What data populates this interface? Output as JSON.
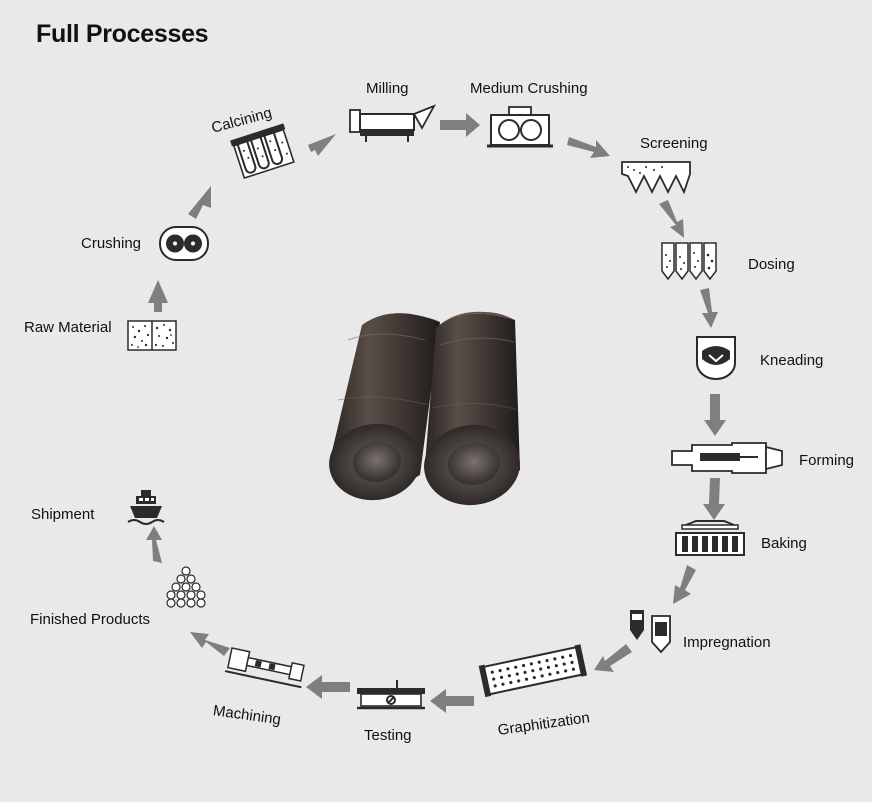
{
  "title": "Full Processes",
  "colors": {
    "background": "#e9e9e9",
    "arrow": "#7f7f7f",
    "ink": "#2b2b2b",
    "electrode": "#3a3431"
  },
  "steps": [
    {
      "label": "Raw Material",
      "icon": "raw-material-icon"
    },
    {
      "label": "Crushing",
      "icon": "crushing-rollers-icon"
    },
    {
      "label": "Calcining",
      "icon": "calcining-kiln-icon"
    },
    {
      "label": "Milling",
      "icon": "mill-icon"
    },
    {
      "label": "Medium Crushing",
      "icon": "medium-crusher-icon"
    },
    {
      "label": "Screening",
      "icon": "screen-icon"
    },
    {
      "label": "Dosing",
      "icon": "dosing-bins-icon"
    },
    {
      "label": "Kneading",
      "icon": "kneader-icon"
    },
    {
      "label": "Forming",
      "icon": "extruder-icon"
    },
    {
      "label": "Baking",
      "icon": "baking-furnace-icon"
    },
    {
      "label": "Impregnation",
      "icon": "impregnation-tank-icon"
    },
    {
      "label": "Graphitization",
      "icon": "graphitization-furnace-icon"
    },
    {
      "label": "Testing",
      "icon": "testing-bench-icon"
    },
    {
      "label": "Machining",
      "icon": "lathe-icon"
    },
    {
      "label": "Finished Products",
      "icon": "electrode-stack-icon"
    },
    {
      "label": "Shipment",
      "icon": "ship-icon"
    }
  ],
  "center_image": "graphite-electrodes-photo"
}
